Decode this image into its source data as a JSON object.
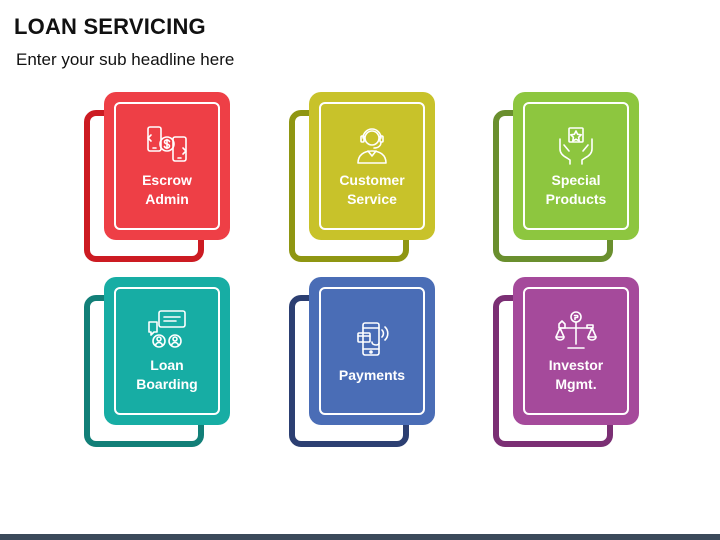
{
  "header": {
    "title": "LOAN SERVICING",
    "subtitle": "Enter your sub headline here"
  },
  "cards": [
    {
      "label": "Escrow\nAdmin",
      "icon": "escrow-phones-icon",
      "front_color": "#ee3f46",
      "back_color": "#cc1b22"
    },
    {
      "label": "Customer\nService",
      "icon": "customer-service-agent-icon",
      "front_color": "#c8c22a",
      "back_color": "#8f9612"
    },
    {
      "label": "Special\nProducts",
      "icon": "hands-star-icon",
      "front_color": "#8dc63f",
      "back_color": "#6a8f2e"
    },
    {
      "label": "Loan\nBoarding",
      "icon": "chat-people-icon",
      "front_color": "#17ada4",
      "back_color": "#127f78"
    },
    {
      "label": "Payments",
      "icon": "mobile-payment-icon",
      "front_color": "#4a6db6",
      "back_color": "#2c3f72"
    },
    {
      "label": "Investor\nMgmt.",
      "icon": "investor-scale-icon",
      "front_color": "#a54a9b",
      "back_color": "#7b2f74"
    }
  ]
}
